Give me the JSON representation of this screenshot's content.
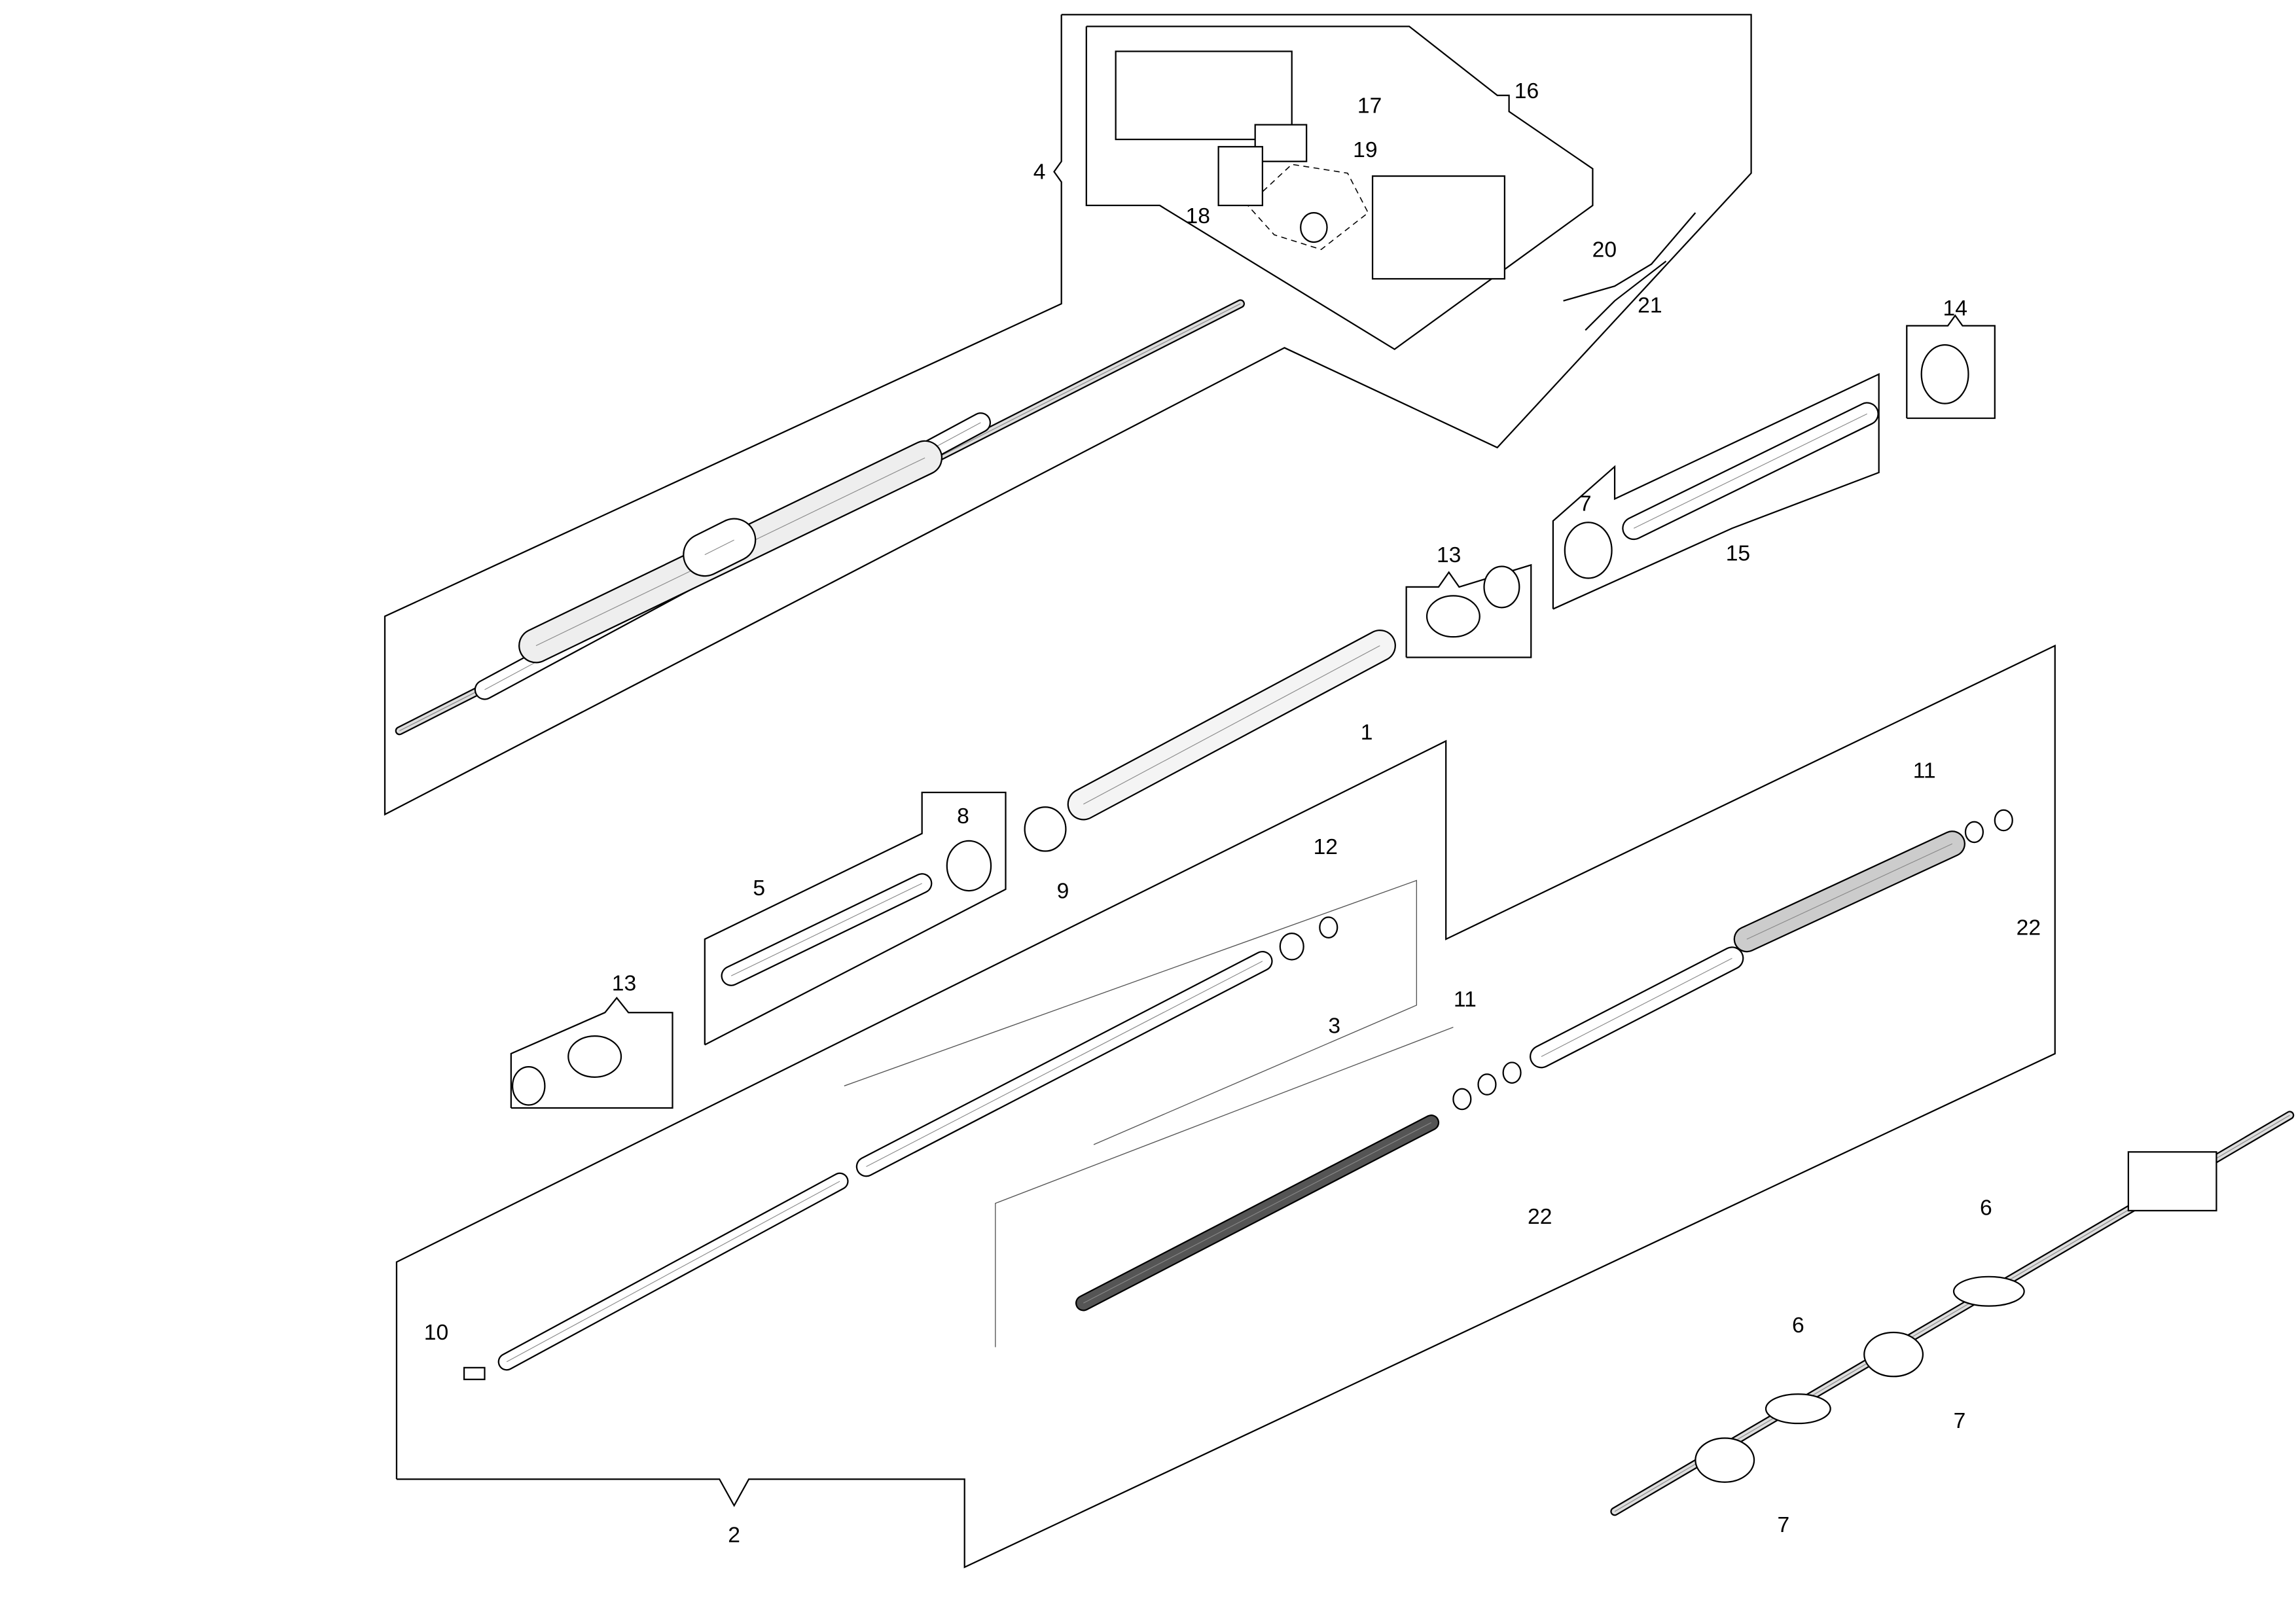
{
  "diagram": {
    "type": "exploded-parts-diagram",
    "line_color": "#000000",
    "background": "#ffffff",
    "callouts": [
      "4",
      "16",
      "17",
      "19",
      "18",
      "20",
      "21",
      "14",
      "13",
      "7",
      "15",
      "1",
      "8",
      "9",
      "5",
      "12",
      "3",
      "13",
      "11",
      "22",
      "11",
      "22",
      "10",
      "2",
      "6",
      "6",
      "7",
      "7"
    ]
  }
}
